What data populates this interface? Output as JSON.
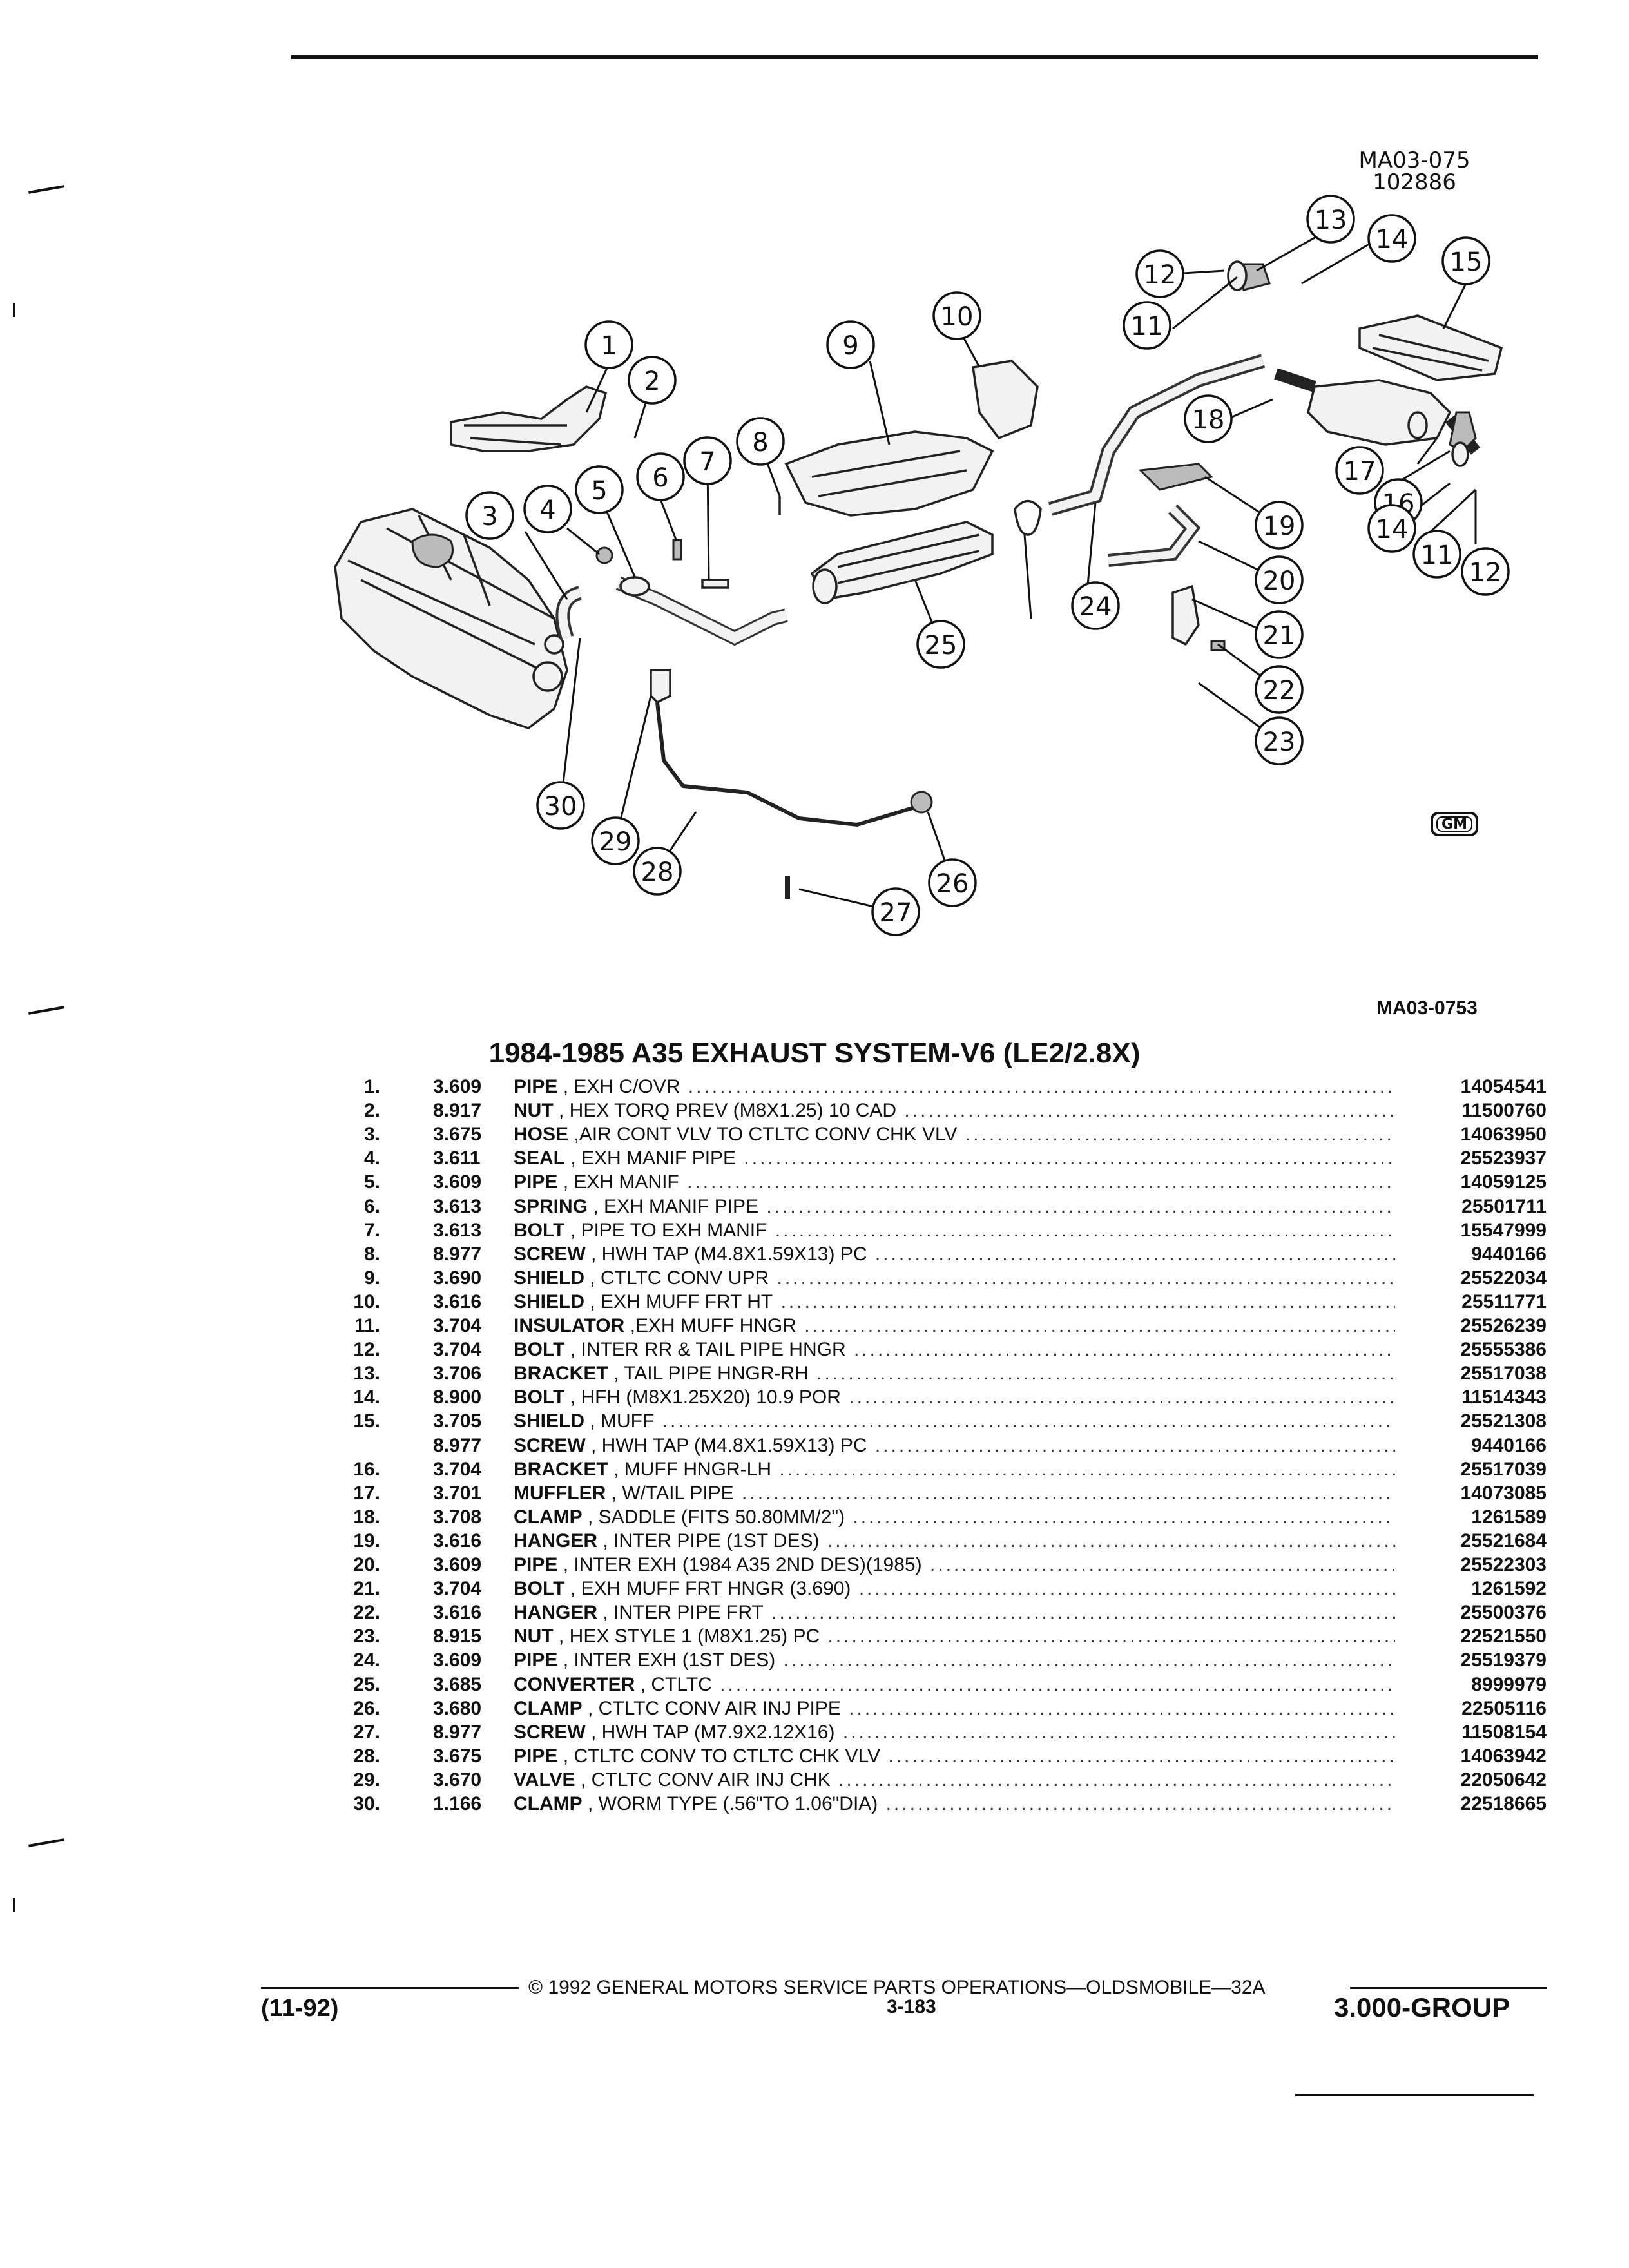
{
  "figure": {
    "code_top_line1": "MA03-075",
    "code_top_line2": "102886",
    "code_bottom": "MA03-0753",
    "logo": "GM",
    "callouts": [
      "1",
      "2",
      "3",
      "4",
      "5",
      "6",
      "7",
      "8",
      "9",
      "10",
      "11",
      "12",
      "13",
      "14",
      "15",
      "16",
      "17",
      "18",
      "19",
      "20",
      "21",
      "22",
      "23",
      "24",
      "25",
      "26",
      "27",
      "28",
      "29",
      "30"
    ],
    "callouts_extra": [
      "11",
      "12",
      "14"
    ]
  },
  "section_title": "1984-1985 A35 EXHAUST SYSTEM-V6 (LE2/2.8X)",
  "parts": [
    {
      "no": "1.",
      "cat": "3.609",
      "name": "PIPE",
      "desc": ", EXH C/OVR",
      "pn": "14054541"
    },
    {
      "no": "2.",
      "cat": "8.917",
      "name": "NUT",
      "desc": ", HEX TORQ PREV (M8X1.25) 10 CAD",
      "pn": "11500760"
    },
    {
      "no": "3.",
      "cat": "3.675",
      "name": "HOSE",
      "desc": ",AIR CONT VLV TO CTLTC CONV CHK VLV",
      "pn": "14063950"
    },
    {
      "no": "4.",
      "cat": "3.611",
      "name": "SEAL",
      "desc": ", EXH MANIF PIPE",
      "pn": "25523937"
    },
    {
      "no": "5.",
      "cat": "3.609",
      "name": "PIPE",
      "desc": ", EXH MANIF",
      "pn": "14059125"
    },
    {
      "no": "6.",
      "cat": "3.613",
      "name": "SPRING",
      "desc": ", EXH MANIF PIPE",
      "pn": "25501711"
    },
    {
      "no": "7.",
      "cat": "3.613",
      "name": "BOLT",
      "desc": ", PIPE TO EXH MANIF",
      "pn": "15547999"
    },
    {
      "no": "8.",
      "cat": "8.977",
      "name": "SCREW",
      "desc": ", HWH TAP (M4.8X1.59X13) PC",
      "pn": "9440166"
    },
    {
      "no": "9.",
      "cat": "3.690",
      "name": "SHIELD",
      "desc": ", CTLTC CONV UPR",
      "pn": "25522034"
    },
    {
      "no": "10.",
      "cat": "3.616",
      "name": "SHIELD",
      "desc": ", EXH MUFF FRT HT",
      "pn": "25511771"
    },
    {
      "no": "11.",
      "cat": "3.704",
      "name": "INSULATOR",
      "desc": ",EXH MUFF HNGR",
      "pn": "25526239"
    },
    {
      "no": "12.",
      "cat": "3.704",
      "name": "BOLT",
      "desc": ", INTER RR & TAIL PIPE HNGR",
      "pn": "25555386"
    },
    {
      "no": "13.",
      "cat": "3.706",
      "name": "BRACKET",
      "desc": ", TAIL PIPE HNGR-RH",
      "pn": "25517038"
    },
    {
      "no": "14.",
      "cat": "8.900",
      "name": "BOLT",
      "desc": ", HFH (M8X1.25X20) 10.9 POR",
      "pn": "11514343"
    },
    {
      "no": "15.",
      "cat": "3.705",
      "name": "SHIELD",
      "desc": ", MUFF",
      "pn": "25521308"
    },
    {
      "no": "",
      "cat": "8.977",
      "name": "SCREW",
      "desc": ", HWH TAP (M4.8X1.59X13) PC",
      "pn": "9440166"
    },
    {
      "no": "16.",
      "cat": "3.704",
      "name": "BRACKET",
      "desc": ", MUFF HNGR-LH",
      "pn": "25517039"
    },
    {
      "no": "17.",
      "cat": "3.701",
      "name": "MUFFLER",
      "desc": ", W/TAIL PIPE",
      "pn": "14073085"
    },
    {
      "no": "18.",
      "cat": "3.708",
      "name": "CLAMP",
      "desc": ", SADDLE (FITS 50.80MM/2\")",
      "pn": "1261589"
    },
    {
      "no": "19.",
      "cat": "3.616",
      "name": "HANGER",
      "desc": ", INTER PIPE (1ST DES)",
      "pn": "25521684"
    },
    {
      "no": "20.",
      "cat": "3.609",
      "name": "PIPE",
      "desc": ", INTER EXH (1984 A35 2ND DES)(1985)",
      "pn": "25522303"
    },
    {
      "no": "21.",
      "cat": "3.704",
      "name": "BOLT",
      "desc": ", EXH MUFF FRT HNGR (3.690)",
      "pn": "1261592"
    },
    {
      "no": "22.",
      "cat": "3.616",
      "name": "HANGER",
      "desc": ", INTER PIPE FRT",
      "pn": "25500376"
    },
    {
      "no": "23.",
      "cat": "8.915",
      "name": "NUT",
      "desc": ", HEX STYLE 1 (M8X1.25) PC",
      "pn": "22521550"
    },
    {
      "no": "24.",
      "cat": "3.609",
      "name": "PIPE",
      "desc": ", INTER EXH (1ST DES)",
      "pn": "25519379"
    },
    {
      "no": "25.",
      "cat": "3.685",
      "name": "CONVERTER",
      "desc": ", CTLTC",
      "pn": "8999979"
    },
    {
      "no": "26.",
      "cat": "3.680",
      "name": "CLAMP",
      "desc": ", CTLTC CONV AIR INJ PIPE",
      "pn": "22505116"
    },
    {
      "no": "27.",
      "cat": "8.977",
      "name": "SCREW",
      "desc": ", HWH TAP (M7.9X2.12X16)",
      "pn": "11508154"
    },
    {
      "no": "28.",
      "cat": "3.675",
      "name": "PIPE",
      "desc": ", CTLTC CONV TO CTLTC CHK VLV",
      "pn": "14063942"
    },
    {
      "no": "29.",
      "cat": "3.670",
      "name": "VALVE",
      "desc": ", CTLTC CONV AIR INJ CHK",
      "pn": "22050642"
    },
    {
      "no": "30.",
      "cat": "1.166",
      "name": "CLAMP",
      "desc": ", WORM TYPE (.56\"TO 1.06\"DIA)",
      "pn": "22518665"
    }
  ],
  "footer": {
    "copyright": "© 1992 GENERAL MOTORS SERVICE PARTS OPERATIONS—OLDSMOBILE—32A",
    "date": "(11-92)",
    "page": "3-183",
    "group": "3.000-GROUP"
  }
}
